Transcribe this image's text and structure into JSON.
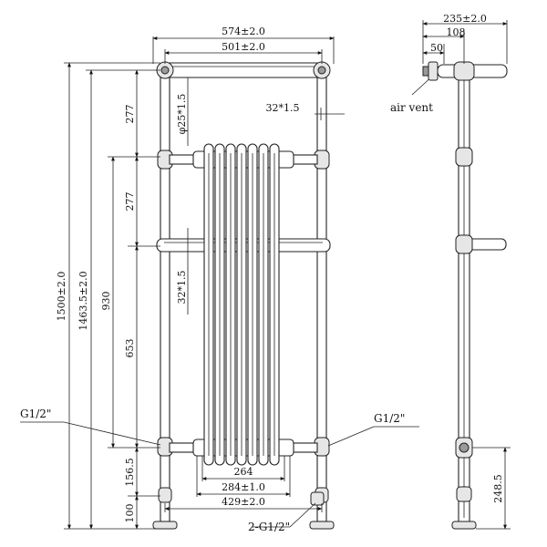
{
  "dimensions": {
    "overall_width": "574±2.0",
    "rail_width": "501±2.0",
    "top_gap": "277",
    "mid_gap": "277",
    "top_rail_dia": "φ25*1.5",
    "rail_tube_upper": "32*1.5",
    "rail_tube_lower": "32*1.5",
    "overall_height": "1500±2.0",
    "height_2": "1463.5±2.0",
    "col_height": "930",
    "lower_gap": "653",
    "bottom_inlet": "156.5",
    "foot": "100",
    "column_width": "264",
    "connection_centres": "284±1.0",
    "foot_centres": "429±2.0",
    "side_depth": "235±2.0",
    "side_offset": "108",
    "side_small": "50",
    "side_height": "248.5"
  },
  "callouts": {
    "left_thread": "G1/2\"",
    "right_thread": "G1/2\"",
    "bottom_thread": "2-G1/2\"",
    "air_vent": "air vent"
  }
}
